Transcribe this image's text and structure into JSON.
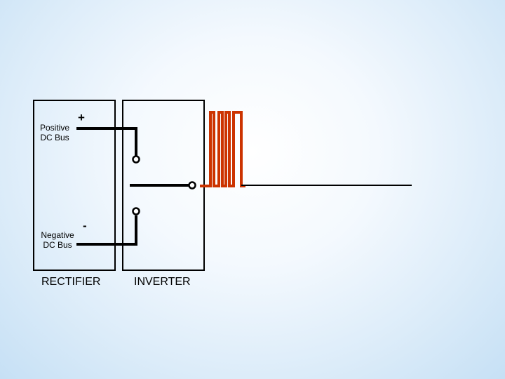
{
  "labels": {
    "positive_line1": "Positive",
    "positive_line2": "DC Bus",
    "positive_sign": "+",
    "negative_line1": "Negative",
    "negative_line2": "DC Bus",
    "negative_sign": "-",
    "rectifier": "RECTIFIER",
    "inverter": "INVERTER"
  },
  "colors": {
    "wire": "#000000",
    "pwm": "#cc3300",
    "box_border": "#000000"
  }
}
